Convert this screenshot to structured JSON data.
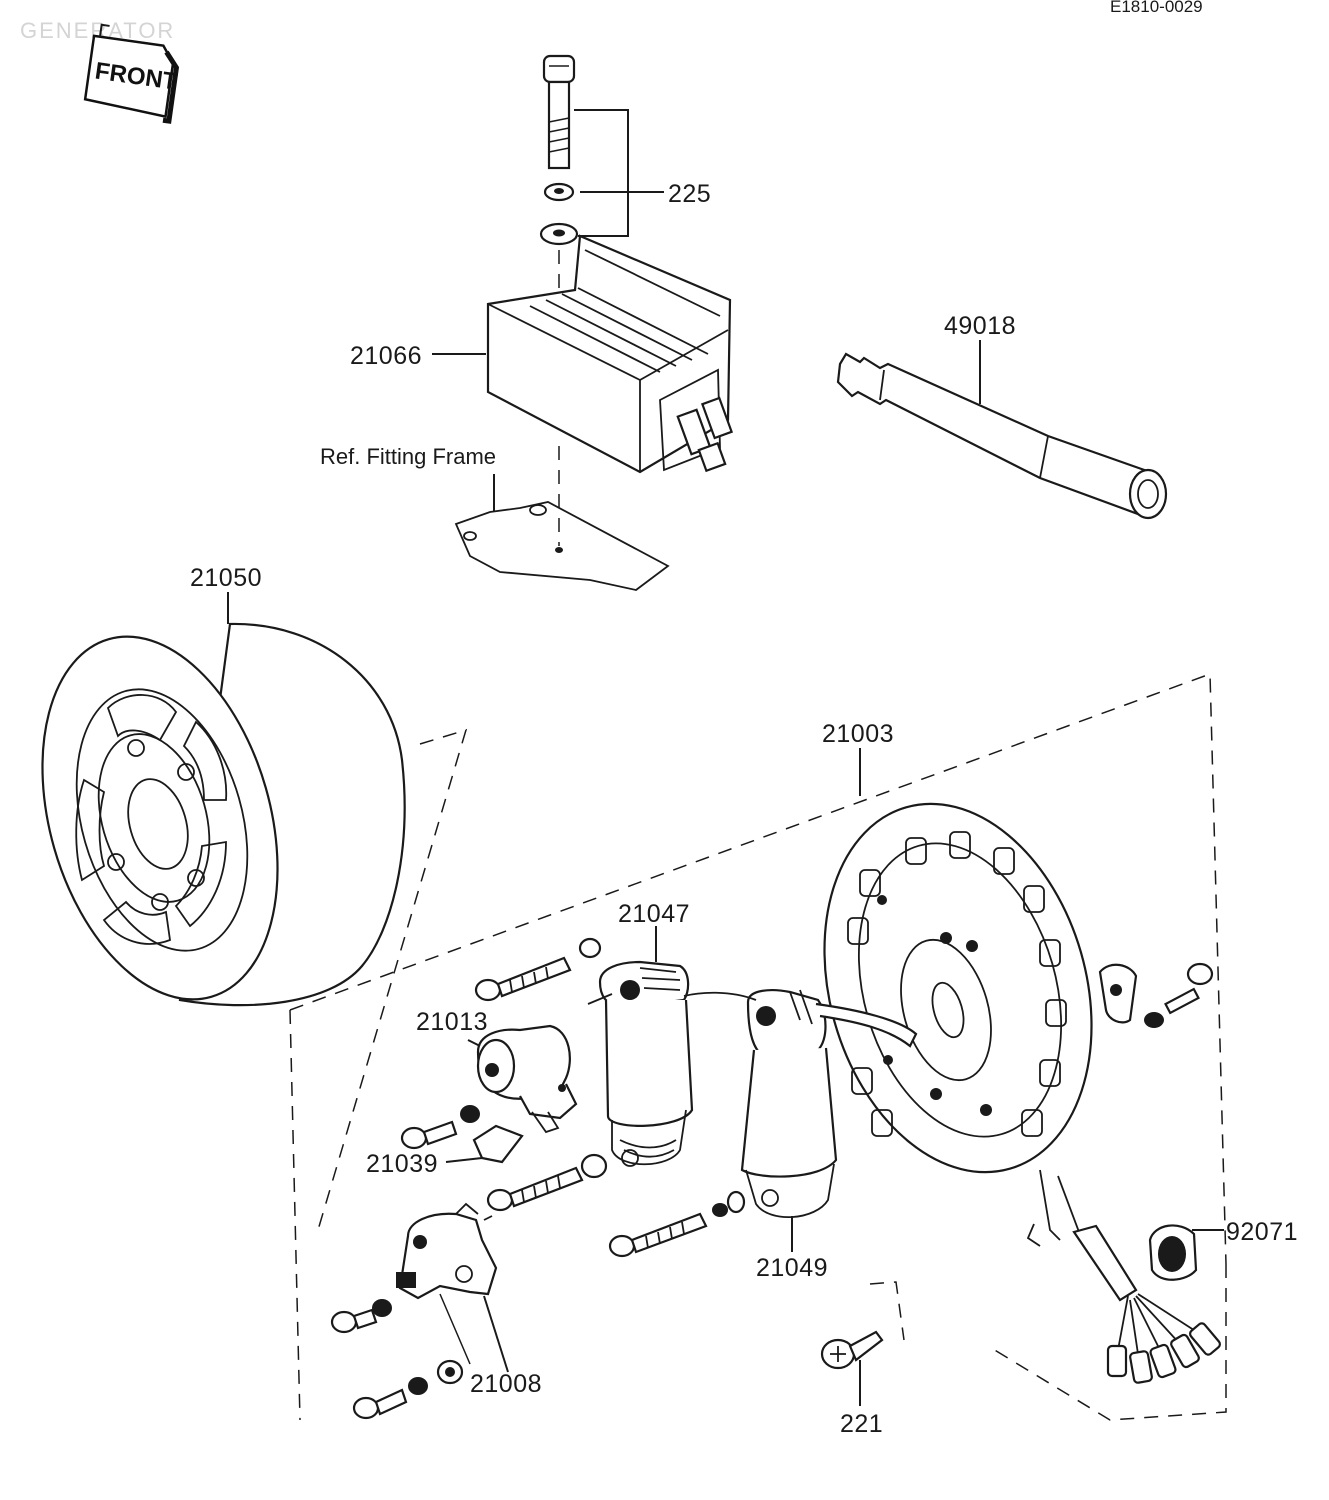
{
  "header": {
    "watermark": "GENERATOR",
    "drawing_code": "E1810-0029",
    "front_badge": "FRONT"
  },
  "callouts": {
    "bolt_washers": "225",
    "regulator": "21066",
    "ref_note": "Ref.  Fitting Frame",
    "tool": "49018",
    "rotor": "21050",
    "stator_assy": "21003",
    "coil_a": "21047",
    "coil_b": "21049",
    "condenser": "21013",
    "plate": "21039",
    "breaker": "21008",
    "screw": "221",
    "grommet": "92071"
  },
  "colors": {
    "ink": "#1a1a1a",
    "paper": "#ffffff"
  }
}
